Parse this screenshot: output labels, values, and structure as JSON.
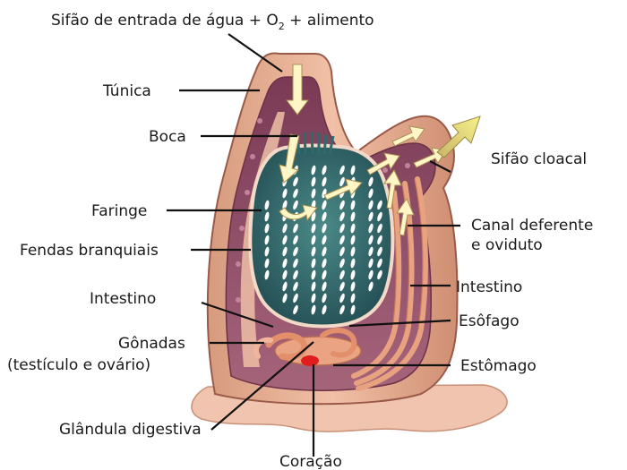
{
  "title_parts": {
    "pre": "Sifão de entrada de água + O",
    "sub": "2",
    "post": " + alimento"
  },
  "labels": {
    "tunica": "Túnica",
    "boca": "Boca",
    "faringe": "Faringe",
    "fendas": "Fendas branquiais",
    "intestino_left": "Intestino",
    "gonadas_1": "Gônadas",
    "gonadas_2": "(testículo e ovário)",
    "glandula": "Glândula digestiva",
    "coracao": "Coração",
    "sifao_cloacal": "Sifão cloacal",
    "canal_1": "Canal deferente",
    "canal_2": "e oviduto",
    "intestino_right": "Intestino",
    "esofago": "Esôfago",
    "estomago": "Estômago"
  },
  "colors": {
    "tunic": "#e0a78a",
    "tunic_dark": "#9a5a4a",
    "inner_purple": "#8a4a62",
    "pharynx": "#2f6a6c",
    "slits": "#ffffff",
    "arrows": "#fff6c8",
    "arrow_out": "#f2f08c",
    "intestine": "#e9a27f",
    "heart": "#e01c1c",
    "base": "#f0c4ae"
  }
}
